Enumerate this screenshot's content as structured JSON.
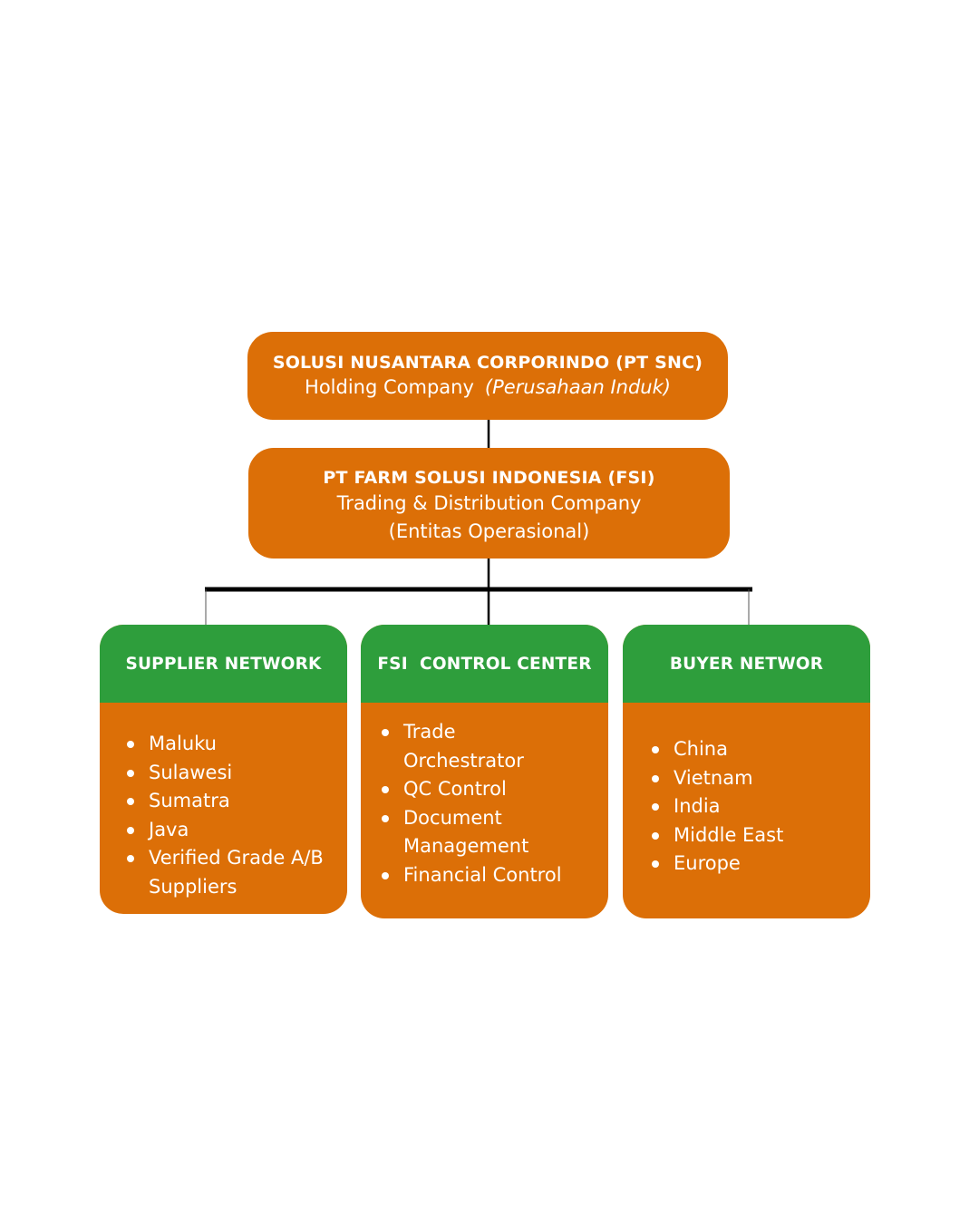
{
  "holding": {
    "title": "SOLUSI NUSANTARA CORPORINDO (PT SNC)",
    "subtitle": "Holding Company",
    "subtitle_italic": "(Perusahaan Induk)"
  },
  "operating": {
    "title": "PT FARM SOLUSI INDONESIA (FSI)",
    "line1": "Trading & Distribution Company",
    "line2": "(Entitas Operasional)"
  },
  "cards": [
    {
      "title": "SUPPLIER NETWORK",
      "items": [
        "Maluku",
        "Sulawesi",
        "Sumatra",
        "Java",
        "Verified Grade A/B Suppliers"
      ]
    },
    {
      "title": "FSI  CONTROL CENTER",
      "items": [
        "Trade Orchestrator",
        "QC Control",
        "Document Management",
        "Financial Control"
      ]
    },
    {
      "title": "BUYER NETWOR",
      "items": [
        "China",
        "Vietnam",
        "India",
        "Middle East",
        "Europe"
      ]
    }
  ],
  "colors": {
    "box_orange": "#DC6F07",
    "header_green": "#2E9E3C",
    "line": "#000000"
  }
}
